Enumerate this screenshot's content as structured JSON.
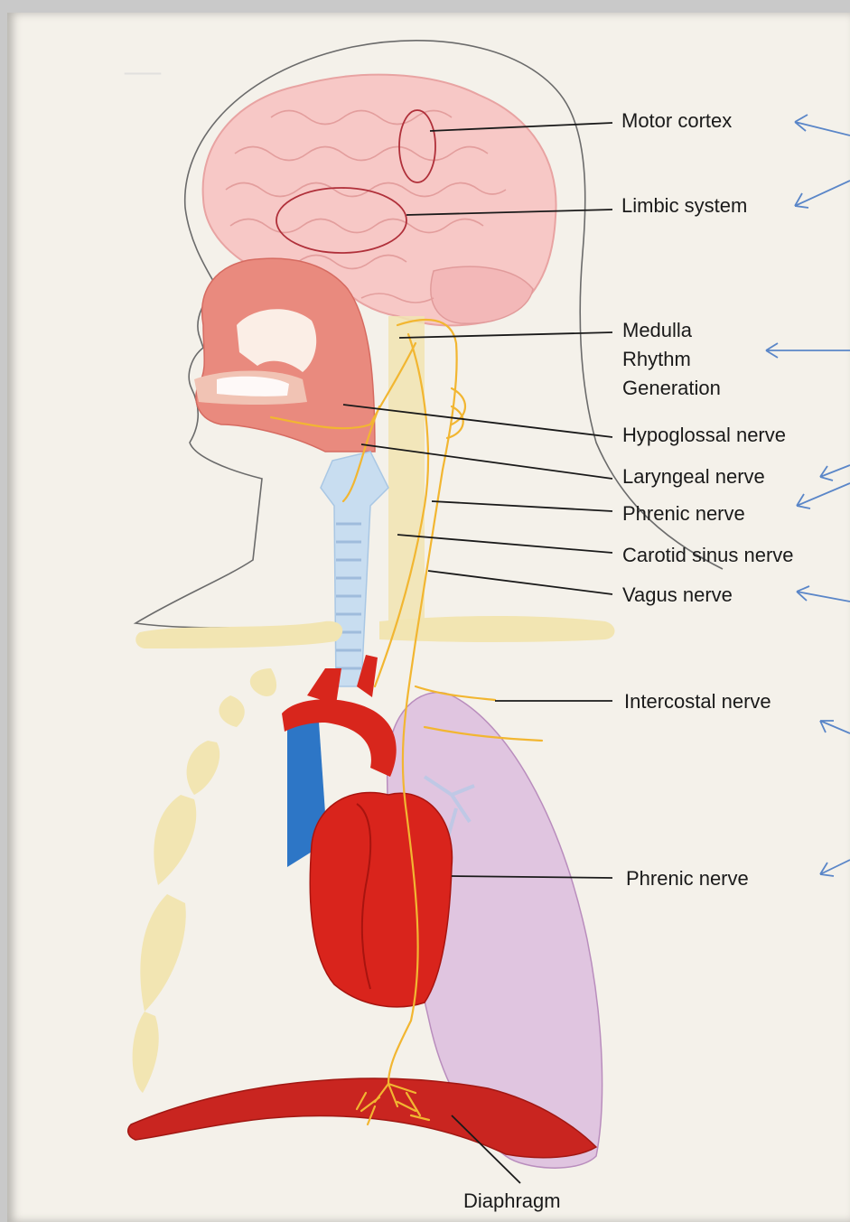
{
  "labels": {
    "motor_cortex": "Motor cortex",
    "limbic_system": "Limbic system",
    "medulla": "Medulla",
    "rhythm": "Rhythm",
    "generation": "Generation",
    "hypoglossal_nerve": "Hypoglossal nerve",
    "laryngeal_nerve": "Laryngeal nerve",
    "phrenic_nerve_upper": "Phrenic nerve",
    "carotid_sinus_nerve": "Carotid sinus nerve",
    "vagus_nerve": "Vagus nerve",
    "intercostal_nerve": "Intercostal nerve",
    "phrenic_nerve_lower": "Phrenic nerve",
    "diaphragm": "Diaphragm"
  },
  "colors": {
    "brain": "#f5c6c6",
    "nerve": "#f2b631",
    "bone": "#f0e2ad",
    "heart": "#d9221a",
    "vein": "#2a74c4",
    "lung": "#d7b3d9",
    "diaphragm": "#c9231e",
    "trachea": "#bcd6ee",
    "annotation_arrow": "#5a86c8"
  }
}
